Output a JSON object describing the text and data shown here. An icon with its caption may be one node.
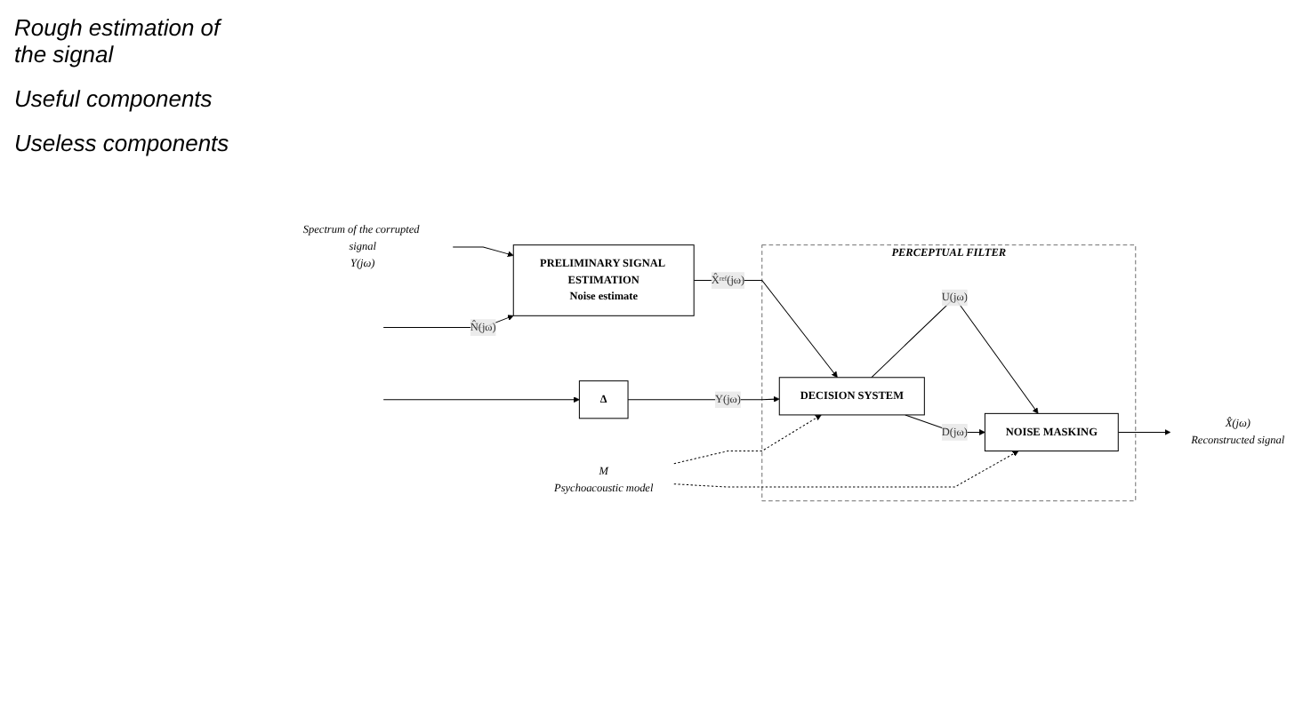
{
  "diagram": {
    "nodes": [
      {
        "text": [
          "PERCEPTUAL FILTER"
        ]
      },
      {
        "text": [
          "DECISION SYSTEM"
        ],
        "in": 0
      },
      {
        "text": [
          "NOISE MASKING"
        ],
        "in": 0
      },
      {
        "text": [
          "PRELIMINARY SIGNAL ESTIMATION",
          "Noise estimate"
        ]
      },
      {
        "text": [
          "Δ"
        ]
      },
      {
        "text": [
          "M",
          "Psychoacoustic model"
        ]
      },
      {
        "text": [
          "Spectrum of the corrupted signal",
          "Y(jω)"
        ]
      },
      {
        "text": [
          "X̂(jω)",
          "Reconstructed signal"
        ]
      }
    ],
    "edges": [
      {
        "from": null,
        "to": 4,
        "arrow": "to"
      },
      {
        "from": 6,
        "to": 3,
        "arrow": "to"
      },
      {
        "from": null,
        "to": 3,
        "arrow": "to",
        "label": "N̂(jω)"
      },
      {
        "from": 3,
        "to": 1,
        "arrow": "to",
        "label": "X̂ʳᵉᶠ(jω)"
      },
      {
        "from": 4,
        "to": 1,
        "arrow": "to",
        "label": "Y(jω)"
      },
      {
        "from": 1,
        "to": 2,
        "arrow": "to",
        "label": "U(jω)"
      },
      {
        "from": 1,
        "to": 2,
        "arrow": "to",
        "label": "D(jω)"
      },
      {
        "from": 2,
        "to": 7,
        "arrow": "to"
      },
      {
        "from": 5,
        "to": 1,
        "arrow": "to",
        "style": "dashed"
      },
      {
        "from": 5,
        "to": 2,
        "arrow": "to",
        "style": "dashed"
      }
    ],
    "labels": [
      "Rough estimation of the signal",
      "Useful components",
      "Useless components"
    ]
  }
}
